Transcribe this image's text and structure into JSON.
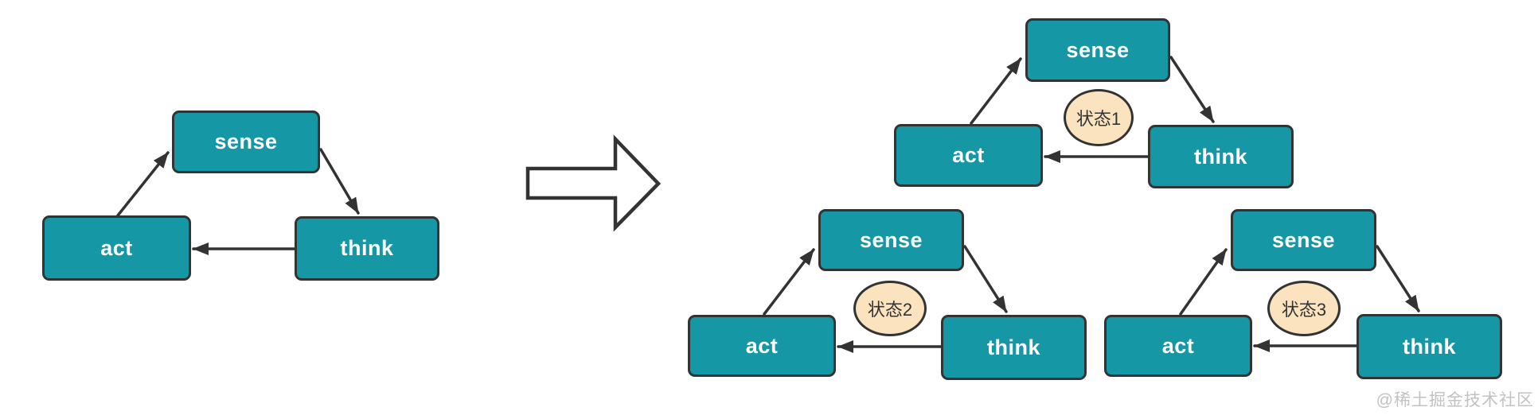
{
  "colors": {
    "background": "#ffffff",
    "node_fill": "#1697A6",
    "node_border": "#333333",
    "node_text": "#ffffff",
    "state_fill": "#FAE3BE",
    "state_border": "#333333",
    "state_text": "#333333",
    "arrow": "#333333",
    "transform_arrow_fill": "#ffffff",
    "watermark": "#C2C2C2"
  },
  "triangles": [
    {
      "nodes": {
        "sense": "sense",
        "act": "act",
        "think": "think"
      }
    },
    {
      "nodes": {
        "sense": "sense",
        "act": "act",
        "think": "think"
      },
      "state": "状态1"
    },
    {
      "nodes": {
        "sense": "sense",
        "act": "act",
        "think": "think"
      },
      "state": "状态2"
    },
    {
      "nodes": {
        "sense": "sense",
        "act": "act",
        "think": "think"
      },
      "state": "状态3"
    }
  ],
  "watermark": "@稀土掘金技术社区"
}
